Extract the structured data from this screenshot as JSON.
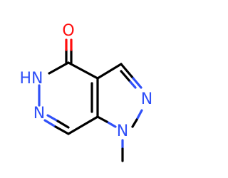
{
  "molecule": {
    "atoms": [
      {
        "id": "o1",
        "label": "O",
        "color": "#ff0d0d"
      },
      {
        "id": "n5",
        "label": "HN",
        "color": "#3050f8"
      },
      {
        "id": "n6",
        "label": "N",
        "color": "#3050f8"
      },
      {
        "id": "n2",
        "label": "N",
        "color": "#3050f8"
      },
      {
        "id": "n1",
        "label": "N",
        "color": "#3050f8"
      }
    ]
  }
}
